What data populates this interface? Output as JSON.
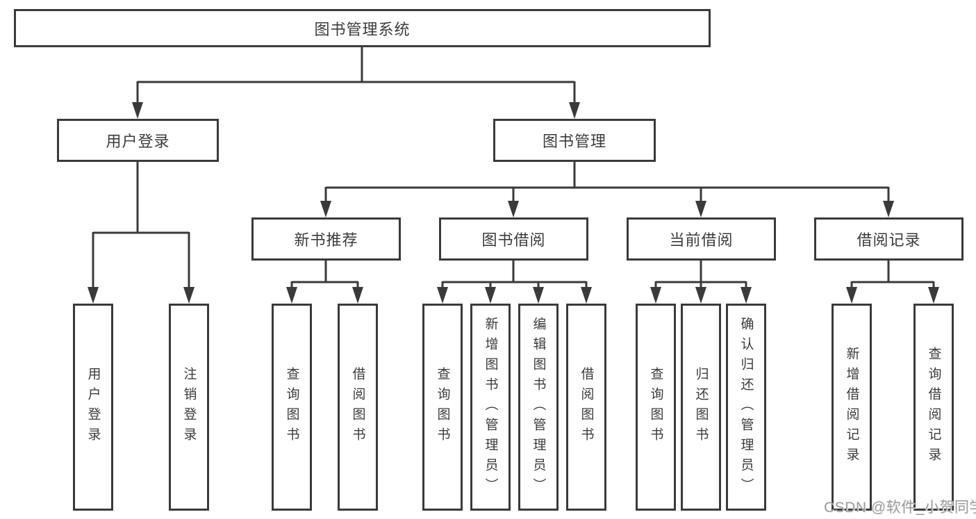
{
  "colors": {
    "line": "#3a3a3a",
    "text": "#3b3b3b",
    "background": "#ffffff",
    "watermark": "#9c9c9c"
  },
  "diagram": {
    "type": "hierarchy-tree",
    "root": {
      "label": "图书管理系统"
    },
    "level1": [
      {
        "label": "用户登录",
        "children": [
          {
            "label": "用户登录"
          },
          {
            "label": "注销登录"
          }
        ]
      },
      {
        "label": "图书管理"
      }
    ],
    "level2": [
      {
        "label": "新书推荐",
        "children": [
          {
            "label": "查询图书"
          },
          {
            "label": "借阅图书"
          }
        ]
      },
      {
        "label": "图书借阅",
        "children": [
          {
            "label": "查询图书"
          },
          {
            "label": "新增图书（管理员）"
          },
          {
            "label": "编辑图书（管理员）"
          },
          {
            "label": "借阅图书"
          }
        ]
      },
      {
        "label": "当前借阅",
        "children": [
          {
            "label": "查询图书"
          },
          {
            "label": "归还图书"
          },
          {
            "label": "确认归还（管理员）"
          }
        ]
      },
      {
        "label": "借阅记录",
        "children": [
          {
            "label": "新增借阅记录"
          },
          {
            "label": "查询借阅记录"
          }
        ]
      }
    ]
  },
  "watermark": {
    "text": "CSDN @软件_小贺同学"
  }
}
